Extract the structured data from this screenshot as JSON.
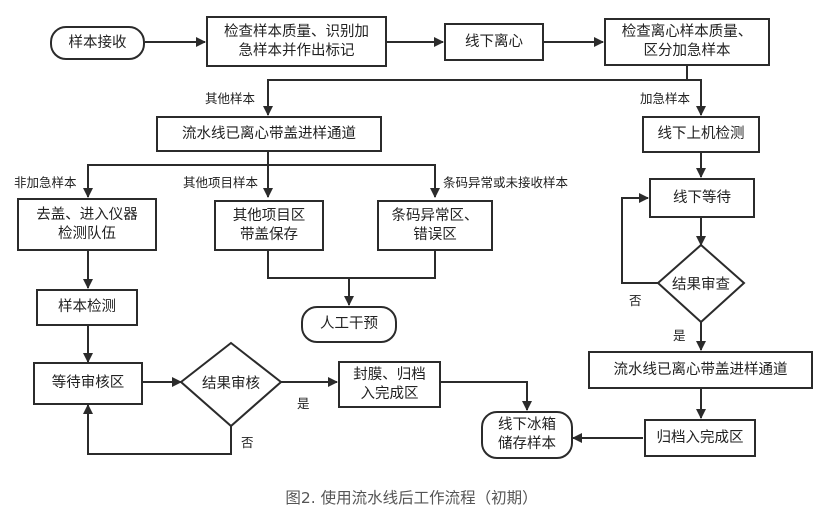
{
  "nodes": {
    "receive": "样本接收",
    "check_quality": "检查样本质量、识别加\n急样本并作出标记",
    "offline_centrifuge": "线下离心",
    "check_centrifuged": "检查离心样本质量、\n区分加急样本",
    "pipeline_channel_1": "流水线已离心带盖进样通道",
    "offline_onboard": "线下上机检测",
    "decap_queue": "去盖、进入仪器\n检测队伍",
    "other_items_area": "其他项目区\n带盖保存",
    "barcode_error_area": "条码异常区、\n错误区",
    "offline_wait": "线下等待",
    "result_check": "结果审查",
    "sample_test": "样本检测",
    "manual_intervention": "人工干预",
    "wait_review_area": "等待审核区",
    "result_review": "结果审核",
    "seal_archive": "封膜、归档\n入完成区",
    "pipeline_channel_2": "流水线已离心带盖进样通道",
    "fridge_storage": "线下冰箱\n储存样本",
    "archive_complete": "归档入完成区"
  },
  "edge_labels": {
    "other_samples": "其他样本",
    "urgent_samples": "加急样本",
    "non_urgent_samples": "非加急样本",
    "other_item_samples": "其他项目样本",
    "barcode_abnormal": "条码异常或未接收样本",
    "no_right": "否",
    "yes_right": "是",
    "yes_review": "是",
    "no_review": "否"
  },
  "caption": "图2. 使用流水线后工作流程（初期）"
}
